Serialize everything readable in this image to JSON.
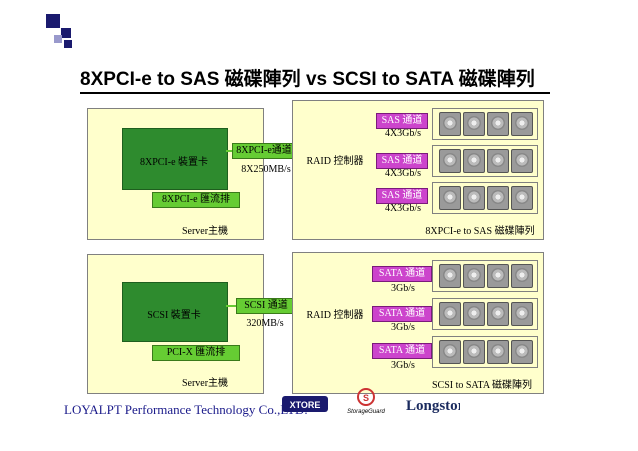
{
  "title": {
    "latin": "8XPCI-e to SAS ",
    "cjk1": "磁碟陣列",
    "mid": " vs SCSI to SATA ",
    "cjk2": "磁碟陣列"
  },
  "top": {
    "card_label": "8XPCI-e 裝置卡",
    "bus_label": "8XPCI-e 匯流排",
    "server_label": "Server主機",
    "link_label": "8XPCI-e通道",
    "link_speed": "8X250MB/s",
    "raid_label": "RAID 控制器",
    "channels": [
      {
        "label": "SAS 通道",
        "speed": "4X3Gb/s"
      },
      {
        "label": "SAS 通道",
        "speed": "4X3Gb/s"
      },
      {
        "label": "SAS 通道",
        "speed": "4X3Gb/s"
      }
    ],
    "caption": "8XPCI-e to SAS 磁碟陣列"
  },
  "bottom": {
    "card_label": "SCSI 裝置卡",
    "bus_label": "PCI-X 匯流排",
    "server_label": "Server主機",
    "link_label": "SCSI 通道",
    "link_speed": "320MB/s",
    "raid_label": "RAID 控制器",
    "channels": [
      {
        "label": "SATA 通道",
        "speed": "3Gb/s"
      },
      {
        "label": "SATA 通道",
        "speed": "3Gb/s"
      },
      {
        "label": "SATA 通道",
        "speed": "3Gb/s"
      }
    ],
    "caption": "SCSI to SATA 磁碟陣列"
  },
  "footer": {
    "company": "LOYALPT Performance Technology Co.,LTD."
  },
  "logos": {
    "xtore": "XTORE",
    "storageguard": "StorageGuard",
    "longstor": "Longstor"
  },
  "colors": {
    "panel": "#ffffcc",
    "card": "#2e8b2e",
    "bus": "#66cc33",
    "channel": "#cc44cc",
    "link": "#66cc33"
  }
}
